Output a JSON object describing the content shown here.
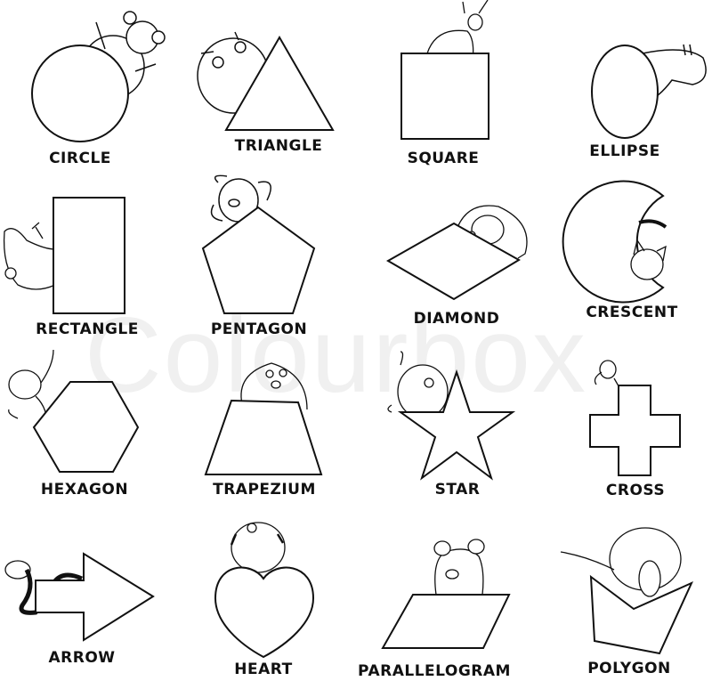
{
  "watermark": "Colourbox",
  "colors": {
    "stroke": "#111111",
    "background": "#ffffff",
    "watermark": "#f0f0f0"
  },
  "shapes": [
    {
      "name": "circle",
      "label": "CIRCLE",
      "animal": "bear"
    },
    {
      "name": "triangle",
      "label": "TRIANGLE",
      "animal": "owl"
    },
    {
      "name": "square",
      "label": "SQUARE",
      "animal": "kangaroo"
    },
    {
      "name": "ellipse",
      "label": "ELLIPSE",
      "animal": "hippo"
    },
    {
      "name": "rectangle",
      "label": "RECTANGLE",
      "animal": "crocodile"
    },
    {
      "name": "pentagon",
      "label": "PENTAGON",
      "animal": "dog"
    },
    {
      "name": "diamond",
      "label": "DIAMOND",
      "animal": "hedgehog"
    },
    {
      "name": "crescent",
      "label": "CRESCENT",
      "animal": "cat"
    },
    {
      "name": "hexagon",
      "label": "HEXAGON",
      "animal": "monkey"
    },
    {
      "name": "trapezium",
      "label": "TRAPEZIUM",
      "animal": "beaver"
    },
    {
      "name": "star",
      "label": "STAR",
      "animal": "bird"
    },
    {
      "name": "cross",
      "label": "CROSS",
      "animal": "parrot"
    },
    {
      "name": "arrow",
      "label": "ARROW",
      "animal": "snake"
    },
    {
      "name": "heart",
      "label": "HEART",
      "animal": "tiger"
    },
    {
      "name": "parallelogram",
      "label": "PARALLELOGRAM",
      "animal": "rat"
    },
    {
      "name": "polygon",
      "label": "POLYGON",
      "animal": "elephant"
    }
  ]
}
